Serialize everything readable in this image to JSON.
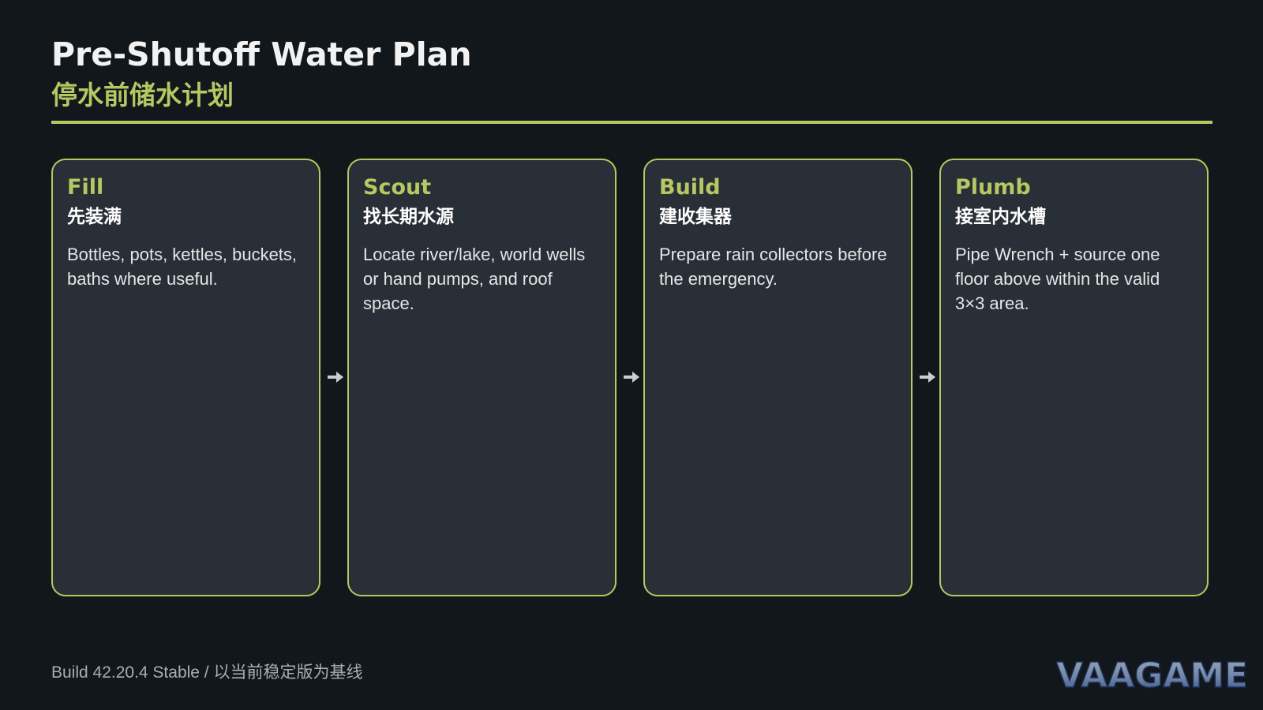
{
  "header": {
    "title": "Pre-Shutoff Water Plan",
    "subtitle": "停水前储水计划"
  },
  "steps": [
    {
      "title": "Fill",
      "subtitle": "先装满",
      "text": "Bottles, pots, kettles, buckets, baths where useful."
    },
    {
      "title": "Scout",
      "subtitle": "找长期水源",
      "text": "Locate river/lake, world wells or hand pumps, and roof space."
    },
    {
      "title": "Build",
      "subtitle": "建收集器",
      "text": "Prepare rain collectors before the emergency."
    },
    {
      "title": "Plumb",
      "subtitle": "接室内水槽",
      "text": "Pipe Wrench + source one floor above within the valid 3×3 area."
    }
  ],
  "footer": {
    "build": "Build 42.20.4 Stable / 以当前稳定版为基线"
  },
  "logo": {
    "text": "VAAGAME"
  },
  "colors": {
    "background": "#12171c",
    "accent": "#b7c762",
    "card_background": "#282f37",
    "arrow": "#c9ced4"
  },
  "icons": {
    "step_arrow": "arrow-right-icon"
  }
}
